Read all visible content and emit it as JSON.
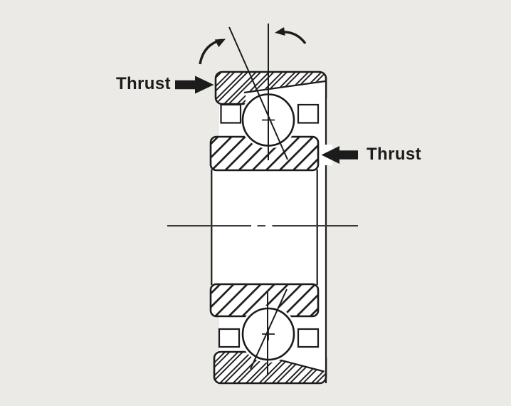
{
  "diagram": {
    "type": "bearing-cross-section",
    "description": "Angular contact ball bearing cross-section showing opposing thrust load directions, contact-angle lines through both balls, rotation arrows and horizontal centerline",
    "labels": {
      "thrust_left": "Thrust",
      "thrust_right": "Thrust"
    },
    "icons": {
      "thrust_arrow_left": "solid right-pointing block arrow",
      "thrust_arrow_right": "solid left-pointing block arrow",
      "rotation_arrow_left": "curved arrow toward tilted contact-angle line",
      "rotation_arrow_right": "curved arrow toward vertical axis line"
    },
    "colors": {
      "background": "#ECEAE6",
      "ink": "#1C1C1C",
      "fill_white": "#FFFFFF",
      "centerline": "#3A3A3A"
    }
  }
}
